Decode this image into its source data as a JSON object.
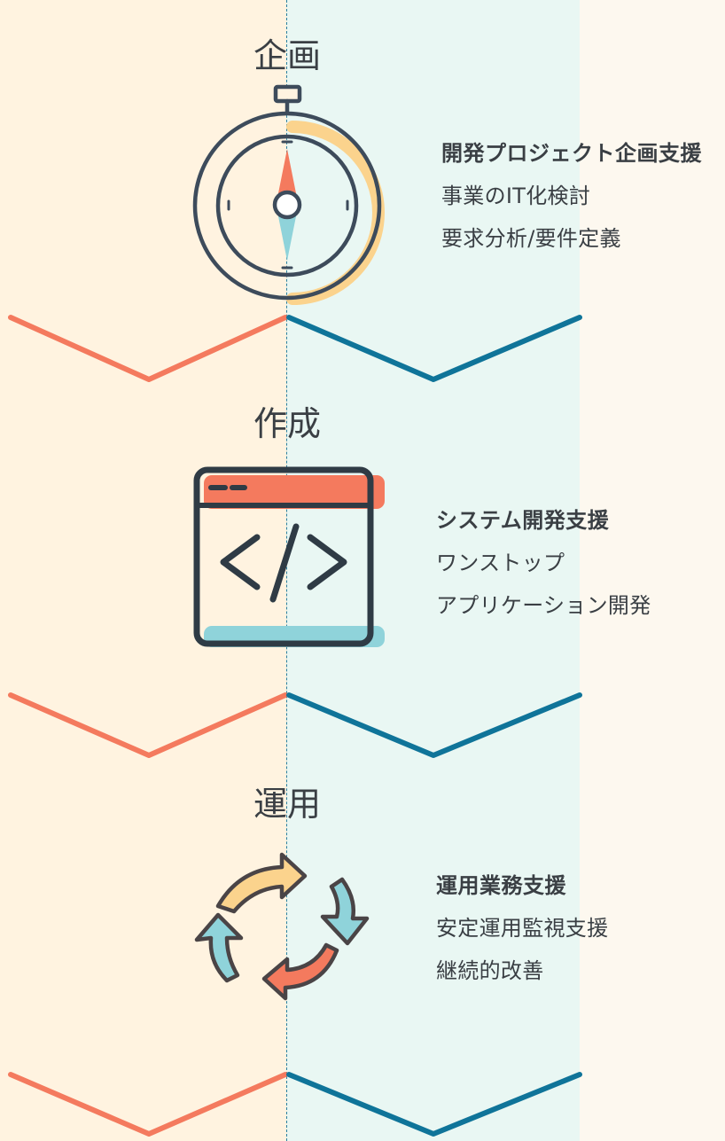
{
  "stages": [
    {
      "title": "企画",
      "icon": "compass-icon",
      "heading": "開発プロジェクト企画支援",
      "lines": [
        "事業のIT化検討",
        "要求分析/要件定義"
      ]
    },
    {
      "title": "作成",
      "icon": "code-window-icon",
      "heading": "システム開発支援",
      "lines": [
        "ワンストップ",
        "アプリケーション開発"
      ]
    },
    {
      "title": "運用",
      "icon": "cycle-arrows-icon",
      "heading": "運用業務支援",
      "lines": [
        "安定運用監視支援",
        "継続的改善"
      ]
    }
  ],
  "colors": {
    "left_band": "#fff3e0",
    "right_band": "#e9f7f3",
    "left_chevron": "#f47a5e",
    "right_chevron": "#0f7499",
    "icon_stroke": "#3d4b5b",
    "accent_yellow": "#fbd38d",
    "accent_red": "#f47a5e",
    "accent_teal": "#8fd3da"
  }
}
